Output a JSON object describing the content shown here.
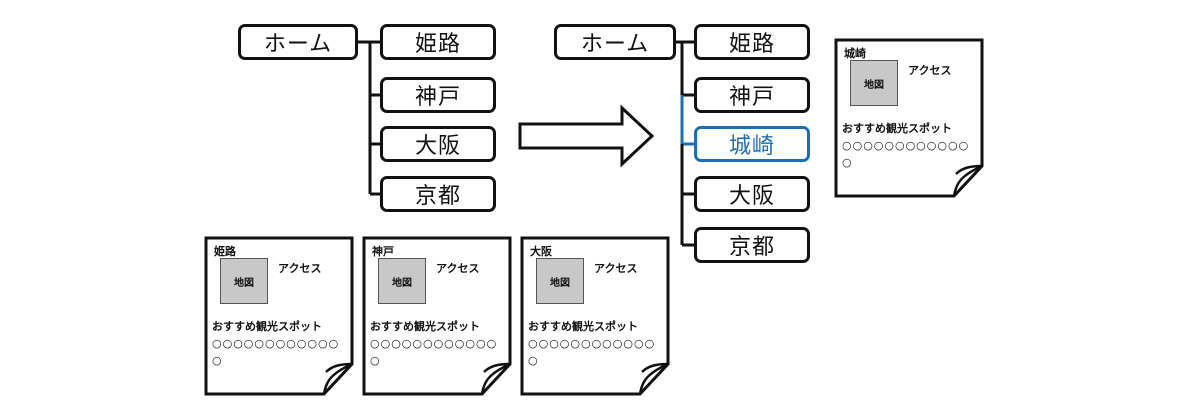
{
  "colors": {
    "line": "#111111",
    "highlight": "#1a6fb8",
    "map_fill": "#c8c8c8"
  },
  "before_tree": {
    "root": "ホーム",
    "children": [
      "姫路",
      "神戸",
      "大阪",
      "京都"
    ]
  },
  "after_tree": {
    "root": "ホーム",
    "children": [
      "姫路",
      "神戸",
      "城崎",
      "大阪",
      "京都"
    ],
    "highlighted_child": "城崎"
  },
  "page_cards": [
    {
      "title": "姫路",
      "map_label": "地図",
      "access_label": "アクセス",
      "spot_label": "おすすめ観光スポット",
      "circles": "○○○○○○○○○○○○○"
    },
    {
      "title": "神戸",
      "map_label": "地図",
      "access_label": "アクセス",
      "spot_label": "おすすめ観光スポット",
      "circles": "○○○○○○○○○○○○○"
    },
    {
      "title": "大阪",
      "map_label": "地図",
      "access_label": "アクセス",
      "spot_label": "おすすめ観光スポット",
      "circles": "○○○○○○○○○○○○○"
    },
    {
      "title": "城崎",
      "map_label": "地図",
      "access_label": "アクセス",
      "spot_label": "おすすめ観光スポット",
      "circles": "○○○○○○○○○○○○○"
    }
  ]
}
